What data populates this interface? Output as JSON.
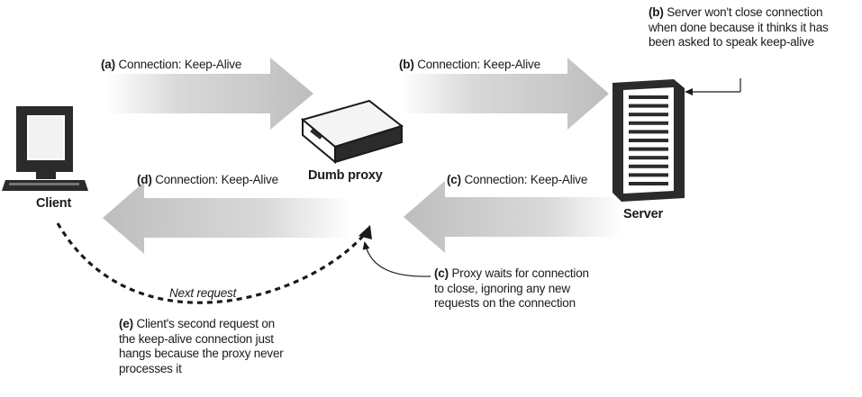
{
  "nodes": {
    "client": "Client",
    "proxy": "Dumb proxy",
    "server": "Server"
  },
  "messages": {
    "a": {
      "tag": "(a)",
      "text": "Connection: Keep-Alive"
    },
    "b": {
      "tag": "(b)",
      "text": "Connection: Keep-Alive"
    },
    "c": {
      "tag": "(c)",
      "text": "Connection: Keep-Alive"
    },
    "d": {
      "tag": "(d)",
      "text": "Connection: Keep-Alive"
    }
  },
  "notes": {
    "b_server": {
      "tag": "(b)",
      "lines": [
        "Server won't close connection",
        "when done because it thinks it has",
        "been asked to speak keep-alive"
      ]
    },
    "c_proxy": {
      "tag": "(c)",
      "lines": [
        "Proxy waits for connection",
        "to close, ignoring any new",
        "requests on the connection"
      ]
    },
    "e_client": {
      "tag": "(e)",
      "lines": [
        "Client's second request on",
        "the keep-alive connection just",
        "hangs because the proxy never",
        "processes it"
      ]
    }
  },
  "next_request": "Next request",
  "colors": {
    "arrow_fill": "#c8c8c8",
    "device_dark": "#2b2b2b",
    "device_light": "#ffffff",
    "line": "#1a1a1a"
  }
}
